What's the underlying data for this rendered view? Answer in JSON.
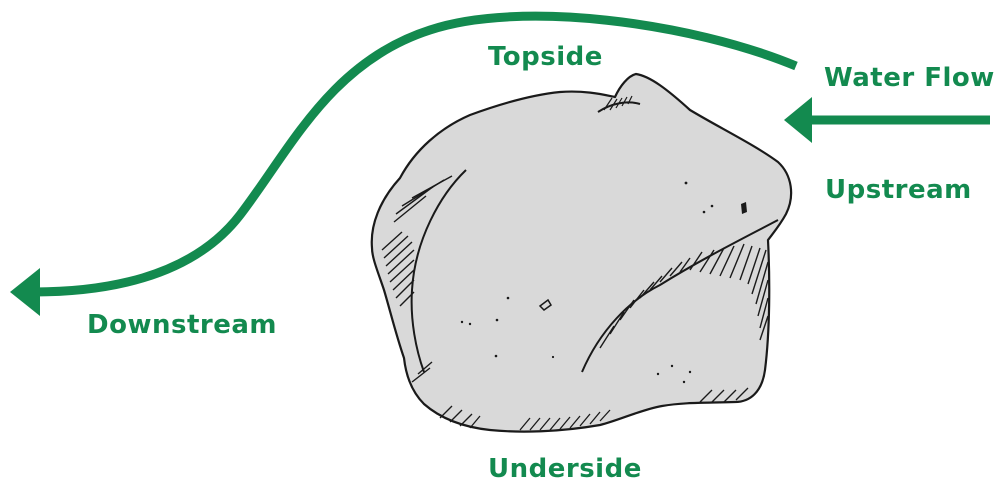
{
  "colors": {
    "accent": "#138a4f",
    "rock_fill": "#d9d9d9",
    "rock_outline": "#1a1a1a",
    "background": "#ffffff"
  },
  "labels": {
    "topside": "Topside",
    "water_flow": "Water Flow",
    "upstream": "Upstream",
    "downstream": "Downstream",
    "underside": "Underside"
  },
  "icons": {
    "rock": "rock-illustration",
    "flow_arrow": "curved-arrow-left",
    "incoming_arrow": "straight-arrow-left"
  }
}
